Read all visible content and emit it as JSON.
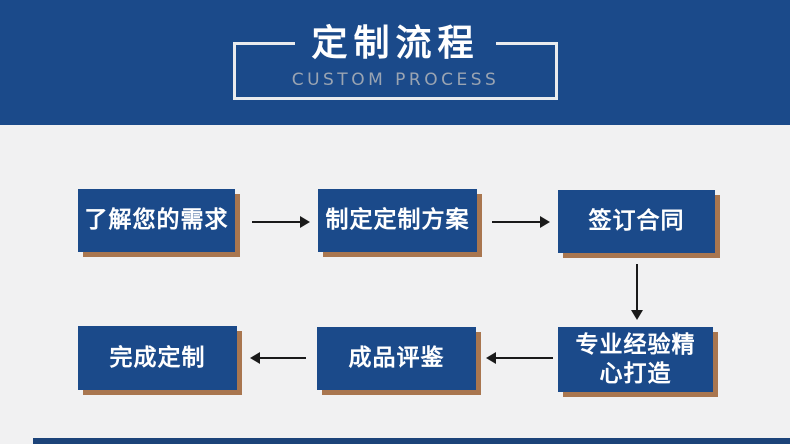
{
  "page": {
    "background_color": "#f1f1f2",
    "bottom_bar_color": "#1c4379"
  },
  "header": {
    "title": "定制流程",
    "subtitle": "CUSTOM PROCESS",
    "background_color": "#1b4a8a",
    "title_color": "#ffffff",
    "subtitle_color": "#9aa4b2",
    "frame_border_color": "#e9ebee"
  },
  "flow": {
    "box_background_color": "#1b4a8a",
    "box_shadow_color": "#a9764f",
    "box_text_color": "#ffffff",
    "arrow_color": "#1a1a1a",
    "steps": [
      {
        "label": "了解您的需求"
      },
      {
        "label": "制定定制方案"
      },
      {
        "label": "签订合同"
      },
      {
        "label": "专业经验精心打造"
      },
      {
        "label": "成品评鉴"
      },
      {
        "label": "完成定制"
      }
    ],
    "sequence": [
      "了解您的需求 → 制定定制方案",
      "制定定制方案 → 签订合同",
      "签订合同 ↓ 专业经验精心打造",
      "专业经验精心打造 → 成品评鉴",
      "成品评鉴 → 完成定制"
    ]
  }
}
